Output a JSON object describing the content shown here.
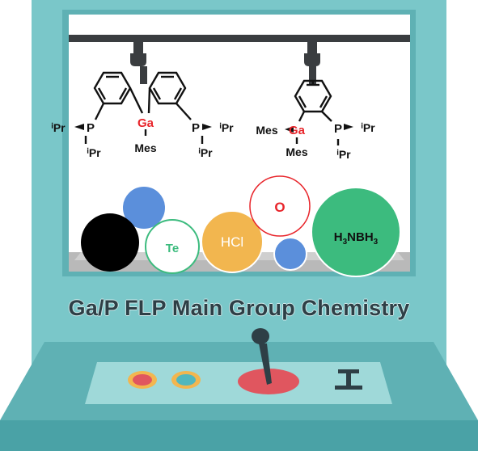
{
  "title": "Ga/P FLP Main Group Chemistry",
  "molecule_left": {
    "metal": "Ga",
    "mes": "Mes",
    "p_left": "P",
    "p_right": "P",
    "ipr_left_1": "ⁱPr",
    "ipr_left_2": "ⁱPr",
    "ipr_right_1": "ⁱPr",
    "ipr_right_2": "ⁱPr"
  },
  "molecule_right": {
    "metal": "Ga",
    "mes_1": "Mes",
    "mes_2": "Mes",
    "p": "P",
    "ipr_1": "ⁱPr",
    "ipr_2": "ⁱPr"
  },
  "balls": {
    "te": "Te",
    "hcl": "HCl",
    "o": "O",
    "nh_h": "H",
    "nh_3a": "3",
    "nh_n": "NBH",
    "nh_3b": "3"
  },
  "colors": {
    "cabinet": "#7ac7c9",
    "cabinet_dark": "#5fb1b4",
    "metal_red": "#e8252b",
    "ball_blue": "#5b8fdb",
    "ball_orange": "#f2b64f",
    "ball_green": "#3cbb7e",
    "button_red": "#e0565f",
    "button_teal": "#51b7bd",
    "button_ring": "#f2b64f"
  }
}
